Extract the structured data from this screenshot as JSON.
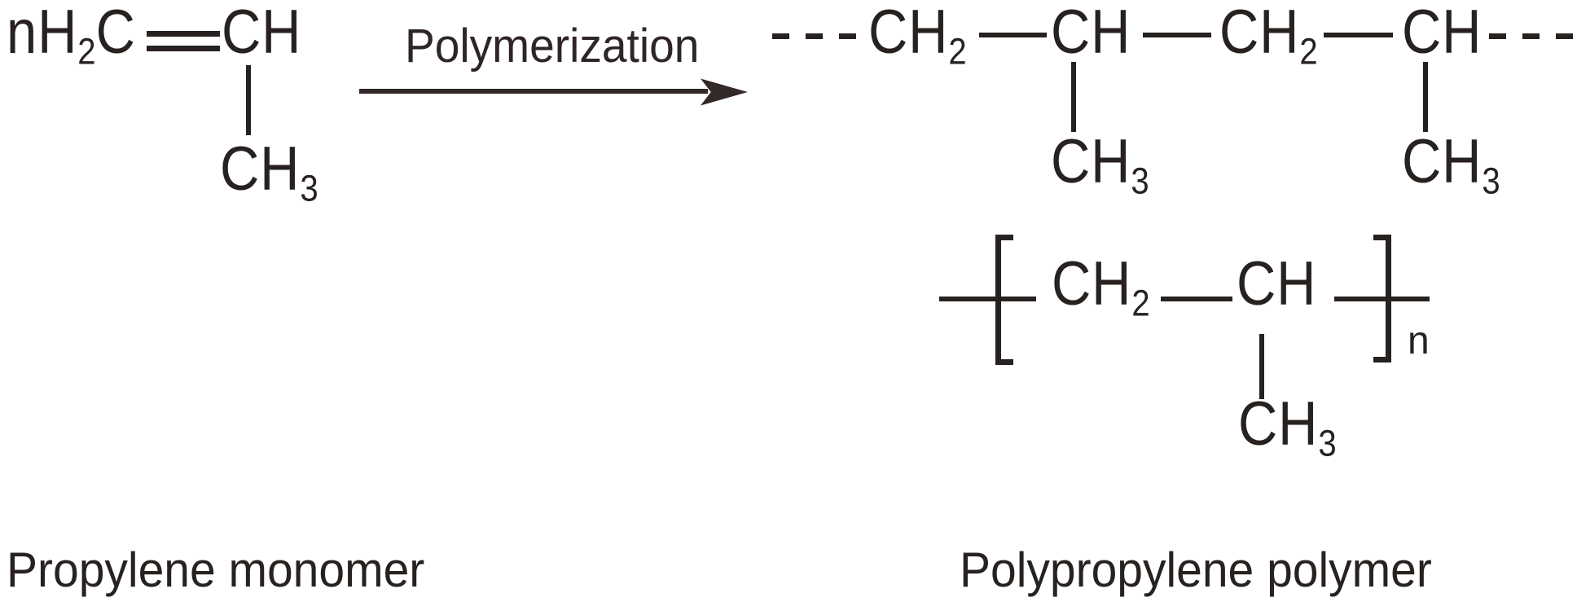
{
  "figure": {
    "background": "#ffffff",
    "ink_color": "#27211f",
    "arrow_color": "#332a28"
  },
  "monomer": {
    "prefix": "nH",
    "prefix_sub": "2",
    "carbon": "C",
    "ch": "CH",
    "methyl": "CH",
    "methyl_sub": "3",
    "caption": "Propylene monomer"
  },
  "reaction": {
    "label": "Polymerization"
  },
  "polymer": {
    "ch2": "CH",
    "ch2_sub": "2",
    "ch": "CH",
    "methyl": "CH",
    "methyl_sub": "3",
    "repeat_count": "n",
    "caption": "Polypropylene polymer"
  }
}
